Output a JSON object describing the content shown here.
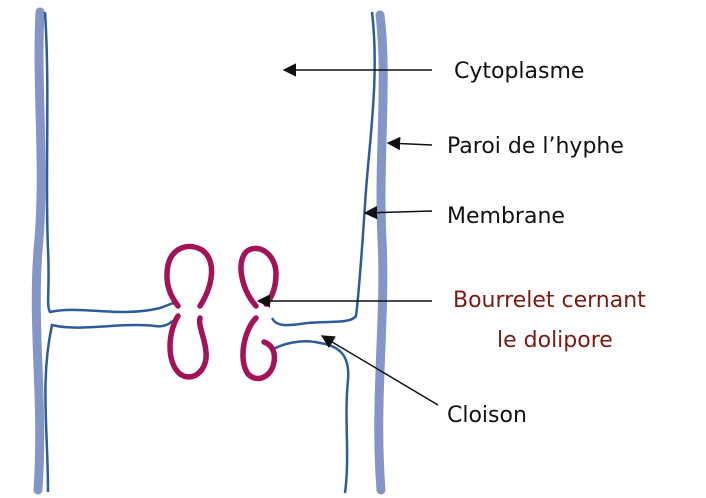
{
  "labels": {
    "cytoplasm": "Cytoplasme",
    "wall": "Paroi de l’hyphe",
    "membrane": "Membrane",
    "bourrelet_line1": "Bourrelet cernant",
    "bourrelet_line2": "le dolipore",
    "septum": "Cloison"
  },
  "colors": {
    "wall": "#8496c7",
    "membrane": "#2d5c9a",
    "bourrelet": "#a3135a",
    "arrow": "#111111",
    "bourrelet_text": "#7a1a12"
  }
}
